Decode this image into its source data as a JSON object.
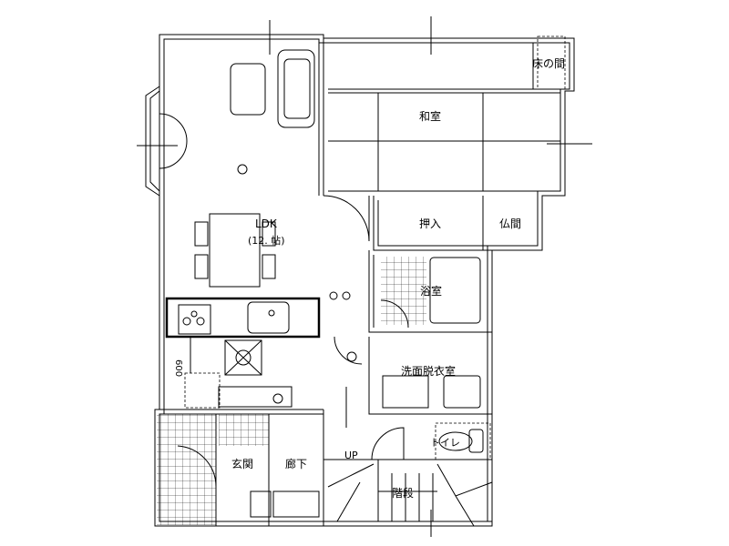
{
  "plan": {
    "rooms": {
      "tokonoma": "床の間",
      "washitsu": "和室",
      "oshiire": "押入",
      "butsuma": "仏間",
      "ldk": "LDK",
      "ldk_size": "(12.  帖)",
      "bath": "浴室",
      "washroom": "洗面脱衣室",
      "toilet": "トイレ",
      "entrance": "玄関",
      "hallway": "廊下",
      "stairs": "階段"
    },
    "annotations": {
      "up": "UP",
      "dimension": "600"
    }
  }
}
